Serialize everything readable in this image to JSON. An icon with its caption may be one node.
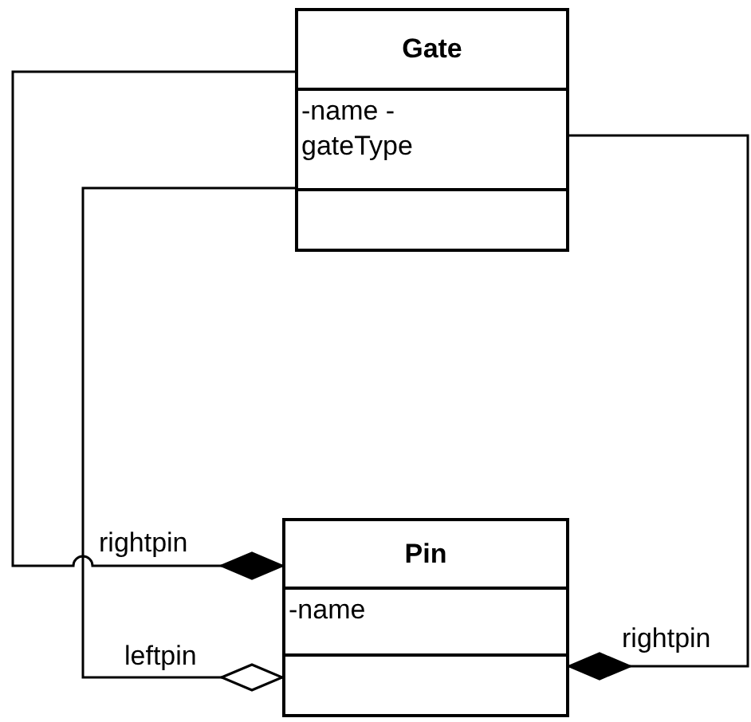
{
  "diagram": {
    "nodes": [
      {
        "text": [
          "Gate",
          "-name -gateType"
        ]
      },
      {
        "text": [
          "Pin",
          "-name"
        ]
      }
    ],
    "edges": [
      {
        "from": 0,
        "to": 1,
        "arrow": "other",
        "label": "rightpin"
      },
      {
        "from": 0,
        "to": 1,
        "arrow": "other",
        "label": "leftpin"
      },
      {
        "from": 0,
        "to": 1,
        "arrow": "other",
        "label": "rightpin"
      }
    ]
  }
}
